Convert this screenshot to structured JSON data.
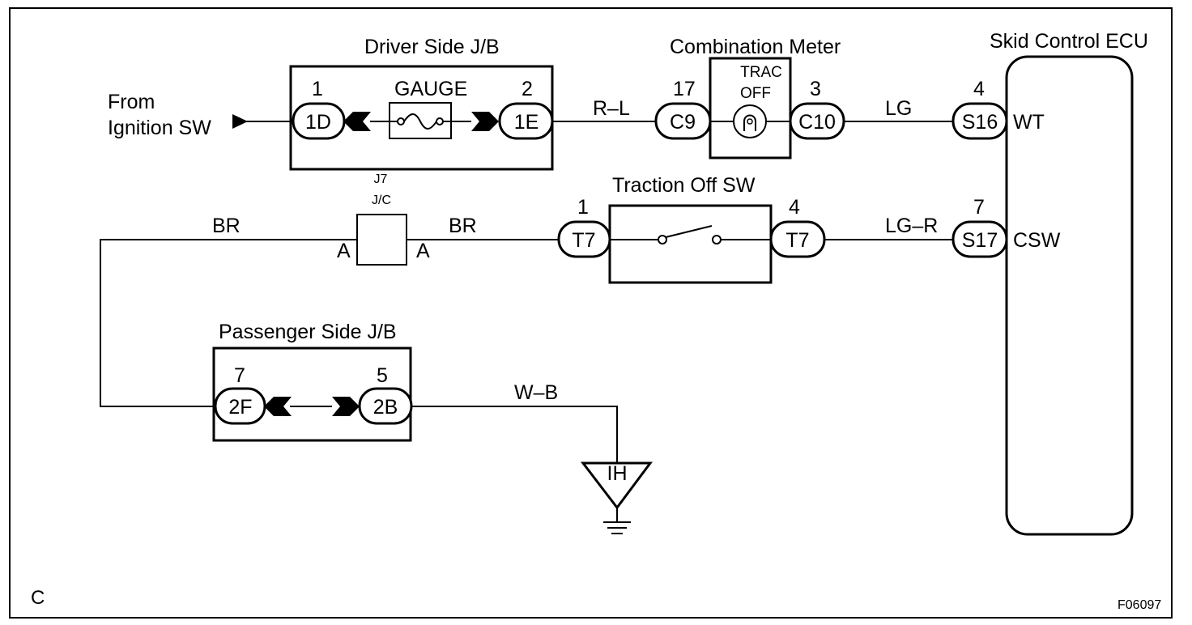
{
  "frame": {
    "corner_label": "C",
    "figure_code": "F06097"
  },
  "source": {
    "line1": "From",
    "line2": "Ignition SW"
  },
  "driver_jb": {
    "title": "Driver Side J/B",
    "fuse_label": "GAUGE",
    "left_pin": "1",
    "left_connector": "1D",
    "right_pin": "2",
    "right_connector": "1E"
  },
  "combination_meter": {
    "title": "Combination Meter",
    "lamp_line1": "TRAC",
    "lamp_line2": "OFF",
    "left_pin": "17",
    "left_connector": "C9",
    "right_pin": "3",
    "right_connector": "C10"
  },
  "skid_ecu": {
    "title": "Skid Control ECU",
    "wt_pin": "4",
    "wt_connector": "S16",
    "wt_terminal": "WT",
    "csw_pin": "7",
    "csw_connector": "S17",
    "csw_terminal": "CSW"
  },
  "junction": {
    "line1": "J7",
    "line2": "J/C",
    "left_terminal": "A",
    "right_terminal": "A"
  },
  "traction_sw": {
    "title": "Traction Off SW",
    "left_pin": "1",
    "left_connector": "T7",
    "right_pin": "4",
    "right_connector": "T7"
  },
  "passenger_jb": {
    "title": "Passenger Side J/B",
    "left_pin": "7",
    "left_connector": "2F",
    "right_pin": "5",
    "right_connector": "2B"
  },
  "ground": {
    "label": "IH"
  },
  "wires": {
    "rl": "R–L",
    "lg": "LG",
    "br_left": "BR",
    "br_right": "BR",
    "lgr": "LG–R",
    "wb": "W–B"
  }
}
